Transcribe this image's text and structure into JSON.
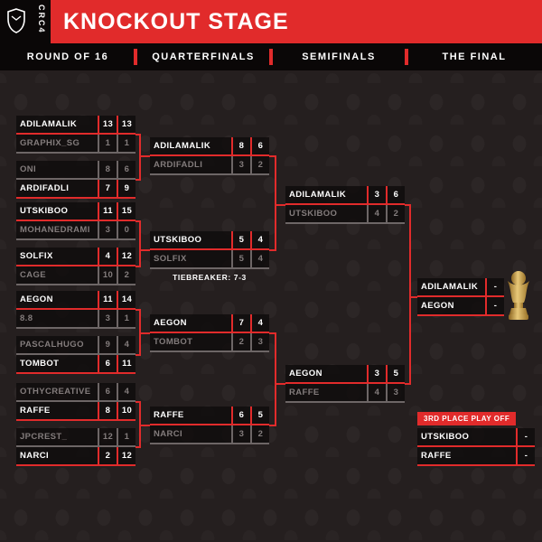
{
  "header": {
    "title": "KNOCKOUT STAGE",
    "logo": "CRC4"
  },
  "rounds": [
    {
      "label": "ROUND OF 16"
    },
    {
      "label": "QUARTERFINALS"
    },
    {
      "label": "SEMIFINALS"
    },
    {
      "label": "THE FINAL"
    }
  ],
  "colors": {
    "accent": "#e12b2b",
    "background": "#251f1f",
    "bar": "#0a0707",
    "winner_text": "#ffffff",
    "loser_text": "#837c7c",
    "trophy_gold": "#d4a94e"
  },
  "round_of_16": {
    "matches": [
      {
        "rows": [
          {
            "name": "ADILAMALIK",
            "leg1": "13",
            "leg2": "13",
            "winner": true
          },
          {
            "name": "GRAPHIX_SG",
            "leg1": "1",
            "leg2": "1",
            "winner": false
          }
        ]
      },
      {
        "rows": [
          {
            "name": "ONI",
            "leg1": "8",
            "leg2": "6",
            "winner": false
          },
          {
            "name": "ARDIFADLI",
            "leg1": "7",
            "leg2": "9",
            "winner": true
          }
        ]
      },
      {
        "rows": [
          {
            "name": "UTSKIBOO",
            "leg1": "11",
            "leg2": "15",
            "winner": true
          },
          {
            "name": "MOHANEDRAMI",
            "leg1": "3",
            "leg2": "0",
            "winner": false
          }
        ]
      },
      {
        "rows": [
          {
            "name": "SOLFIX",
            "leg1": "4",
            "leg2": "12",
            "winner": true
          },
          {
            "name": "CAGE",
            "leg1": "10",
            "leg2": "2",
            "winner": false
          }
        ]
      },
      {
        "rows": [
          {
            "name": "AEGON",
            "leg1": "11",
            "leg2": "14",
            "winner": true
          },
          {
            "name": "8.8",
            "leg1": "3",
            "leg2": "1",
            "winner": false
          }
        ]
      },
      {
        "rows": [
          {
            "name": "PASCALHUGO",
            "leg1": "9",
            "leg2": "4",
            "winner": false
          },
          {
            "name": "TOMBOT",
            "leg1": "6",
            "leg2": "11",
            "winner": true
          }
        ]
      },
      {
        "rows": [
          {
            "name": "OTHYCREATIVE",
            "leg1": "6",
            "leg2": "4",
            "winner": false
          },
          {
            "name": "RAFFE",
            "leg1": "8",
            "leg2": "10",
            "winner": true
          }
        ]
      },
      {
        "rows": [
          {
            "name": "JPCREST_",
            "leg1": "12",
            "leg2": "1",
            "winner": false
          },
          {
            "name": "NARCI",
            "leg1": "2",
            "leg2": "12",
            "winner": true
          }
        ]
      }
    ]
  },
  "quarterfinals": {
    "matches": [
      {
        "rows": [
          {
            "name": "ADILAMALIK",
            "leg1": "8",
            "leg2": "6",
            "winner": true
          },
          {
            "name": "ARDIFADLI",
            "leg1": "3",
            "leg2": "2",
            "winner": false
          }
        ]
      },
      {
        "rows": [
          {
            "name": "UTSKIBOO",
            "leg1": "5",
            "leg2": "4",
            "winner": true
          },
          {
            "name": "SOLFIX",
            "leg1": "5",
            "leg2": "4",
            "winner": false
          }
        ],
        "note": "TIEBREAKER: 7-3"
      },
      {
        "rows": [
          {
            "name": "AEGON",
            "leg1": "7",
            "leg2": "4",
            "winner": true
          },
          {
            "name": "TOMBOT",
            "leg1": "2",
            "leg2": "3",
            "winner": false
          }
        ]
      },
      {
        "rows": [
          {
            "name": "RAFFE",
            "leg1": "6",
            "leg2": "5",
            "winner": true
          },
          {
            "name": "NARCI",
            "leg1": "3",
            "leg2": "2",
            "winner": false
          }
        ]
      }
    ]
  },
  "semifinals": {
    "matches": [
      {
        "rows": [
          {
            "name": "ADILAMALIK",
            "leg1": "3",
            "leg2": "6",
            "winner": true
          },
          {
            "name": "UTSKIBOO",
            "leg1": "4",
            "leg2": "2",
            "winner": false
          }
        ]
      },
      {
        "rows": [
          {
            "name": "AEGON",
            "leg1": "3",
            "leg2": "5",
            "winner": true
          },
          {
            "name": "RAFFE",
            "leg1": "4",
            "leg2": "3",
            "winner": false
          }
        ]
      }
    ]
  },
  "final": {
    "rows": [
      {
        "name": "ADILAMALIK",
        "score": "-"
      },
      {
        "name": "AEGON",
        "score": "-"
      }
    ]
  },
  "third_place": {
    "title": "3RD PLACE PLAY OFF",
    "rows": [
      {
        "name": "UTSKIBOO",
        "score": "-"
      },
      {
        "name": "RAFFE",
        "score": "-"
      }
    ]
  }
}
